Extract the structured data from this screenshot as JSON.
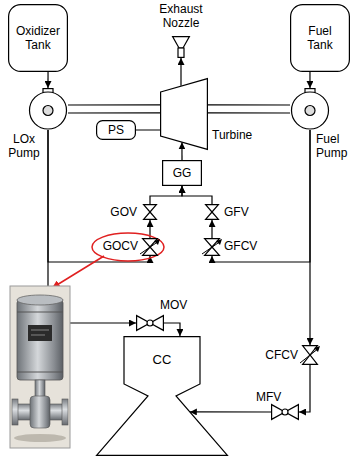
{
  "diagram": {
    "nodes": [
      {
        "text": [
          "Oxidizer Tank"
        ]
      },
      {
        "text": [
          "Fuel Tank"
        ]
      },
      {
        "text": [
          "Exhaust Nozzle"
        ]
      },
      {
        "text": [
          "LOx Pump"
        ]
      },
      {
        "text": [
          "Turbine"
        ]
      },
      {
        "text": [
          "Fuel Pump"
        ]
      },
      {
        "text": [
          "PS"
        ]
      },
      {
        "text": [
          "GG"
        ]
      },
      {
        "text": [
          "GOV"
        ]
      },
      {
        "text": [
          "GFV"
        ]
      },
      {
        "text": [
          "GOCV"
        ]
      },
      {
        "text": [
          "GFCV"
        ]
      },
      {
        "text": [
          "MOV"
        ]
      },
      {
        "text": [
          "CC"
        ]
      },
      {
        "text": [
          "CFCV"
        ]
      },
      {
        "text": [
          "MFV"
        ]
      }
    ],
    "edges": [
      {
        "from": 0,
        "to": 3,
        "arrow": "to"
      },
      {
        "from": 1,
        "to": 5,
        "arrow": "to"
      },
      {
        "from": 3,
        "to": 4,
        "arrow": "none"
      },
      {
        "from": 4,
        "to": 5,
        "arrow": "none"
      },
      {
        "from": 6,
        "to": 4,
        "arrow": "none"
      },
      {
        "from": 7,
        "to": 4,
        "arrow": "to"
      },
      {
        "from": 4,
        "to": 2,
        "arrow": "to"
      },
      {
        "from": 8,
        "to": 7,
        "arrow": "to"
      },
      {
        "from": 9,
        "to": 7,
        "arrow": "to"
      },
      {
        "from": 10,
        "to": 8,
        "arrow": "to"
      },
      {
        "from": 11,
        "to": 9,
        "arrow": "to"
      },
      {
        "from": 3,
        "to": 10,
        "arrow": "to"
      },
      {
        "from": 3,
        "to": 12,
        "arrow": "to"
      },
      {
        "from": 12,
        "to": 13,
        "arrow": "to"
      },
      {
        "from": 5,
        "to": 11,
        "arrow": "to"
      },
      {
        "from": 5,
        "to": 14,
        "arrow": "to"
      },
      {
        "from": 14,
        "to": 15,
        "arrow": "to"
      },
      {
        "from": 15,
        "to": 13,
        "arrow": "to"
      }
    ]
  }
}
